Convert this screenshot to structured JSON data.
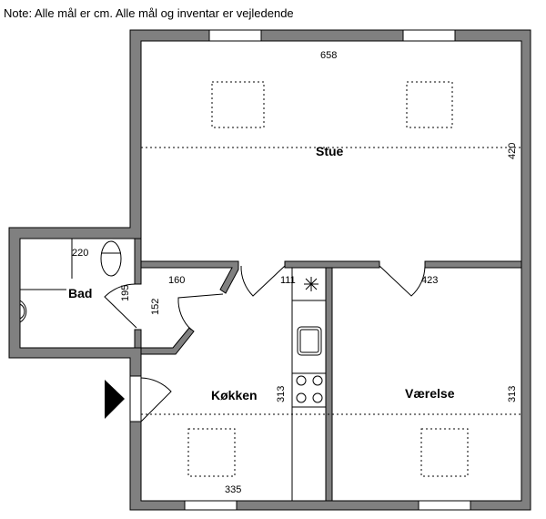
{
  "note": "Note: Alle mål er cm. Alle mål og inventar er vejledende",
  "rooms": {
    "stue": {
      "label": "Stue",
      "width": "658",
      "depth": "420"
    },
    "bad": {
      "label": "Bad",
      "width": "220",
      "depth": "195"
    },
    "entre": {
      "width": "160",
      "depth": "152"
    },
    "kokken": {
      "label": "Køkken",
      "width": "335",
      "depth": "313",
      "counter": "111"
    },
    "vaerelse": {
      "label": "Værelse",
      "width": "423",
      "depth": "313"
    }
  }
}
